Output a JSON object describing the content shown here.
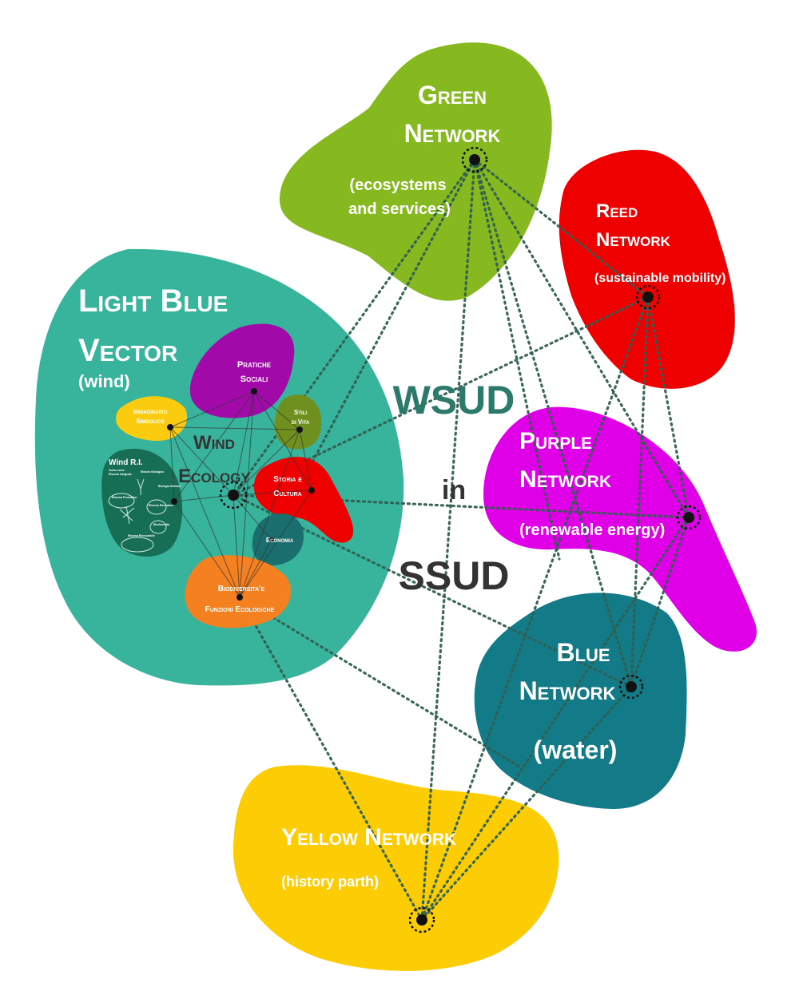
{
  "center": {
    "line1": "WSUD",
    "line2": "in",
    "line3": "SSUD"
  },
  "colors": {
    "green": "#86b81f",
    "red": "#ee0000",
    "purple": "#e000e8",
    "blue": "#137a87",
    "yellow": "#fccc05",
    "lightblue": "#38b49c",
    "pratiche": "#a10aa9",
    "immaginario": "#fbcb0f",
    "stili": "#6f8f1f",
    "storia": "#ee0000",
    "economia": "#1a6e6e",
    "biodiversita": "#f4801f",
    "windri": "#166f55",
    "centerText": "#2b7a6c",
    "darkText": "#333333"
  },
  "networks": {
    "green": {
      "title_line1": "Green",
      "title_line2": "Network",
      "subtitle_line1": "(ecosystems",
      "subtitle_line2": "and services)"
    },
    "red": {
      "title_line1": "Reed",
      "title_line2": "Network",
      "subtitle": "(sustainable mobility)"
    },
    "purple": {
      "title_line1": "Purple",
      "title_line2": "Network",
      "subtitle": "(renewable energy)"
    },
    "blue": {
      "title_line1": "Blue",
      "title_line2": "Network",
      "subtitle": "(water)"
    },
    "yellow": {
      "title": "Yellow Network",
      "subtitle": "(history parth)"
    },
    "lightblue": {
      "title_line1": "Light Blue",
      "title_line2": "Vector",
      "subtitle": "(wind)"
    }
  },
  "wind_ecology": {
    "label_line1": "Wind",
    "label_line2": "Ecology",
    "sub": {
      "pratiche": {
        "line1": "Pratiche",
        "line2": "Sociali"
      },
      "immaginario": {
        "line1": "Immaginario",
        "line2": "Simbolico"
      },
      "stili": {
        "line1": "Stili",
        "line2": "di Vita"
      },
      "storia": {
        "line1": "Storia e",
        "line2": "Cultura"
      },
      "economia": {
        "line1": "Economia"
      },
      "biodiversita": {
        "line1": "Biodiversita'e",
        "line2": "Funzioni Ecologiche"
      },
      "windri": {
        "title": "Wind R.I.",
        "line1": "Vento come",
        "line2": "Risorsa Integrata",
        "items": [
          "Risorsa Produttiva",
          "Ristoro Biologico",
          "Risorsa Ricreativa",
          "Biologia Sistema",
          "Biodiversità",
          "Risorsa Rinnovabile"
        ]
      }
    }
  }
}
